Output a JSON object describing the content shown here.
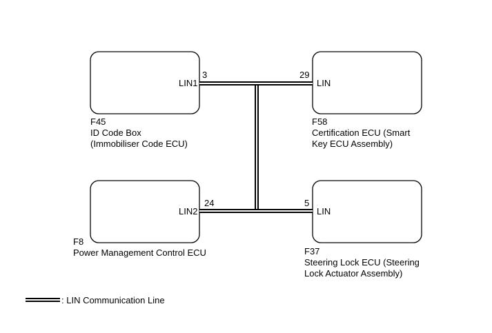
{
  "ecus": {
    "f45": {
      "code": "F45",
      "name_line1": "ID Code Box",
      "name_line2": "(Immobiliser Code ECU)",
      "port": "LIN1",
      "pin": "3"
    },
    "f58": {
      "code": "F58",
      "name_line1": "Certification ECU (Smart",
      "name_line2": "Key ECU Assembly)",
      "port": "LIN",
      "pin": "29"
    },
    "f8": {
      "code": "F8",
      "name_line1": "Power Management Control ECU",
      "port": "LIN2",
      "pin": "24"
    },
    "f37": {
      "code": "F37",
      "name_line1": "Steering Lock ECU (Steering",
      "name_line2": "Lock Actuator Assembly)",
      "port": "LIN",
      "pin": "5"
    }
  },
  "legend": {
    "label": ": LIN Communication Line"
  }
}
